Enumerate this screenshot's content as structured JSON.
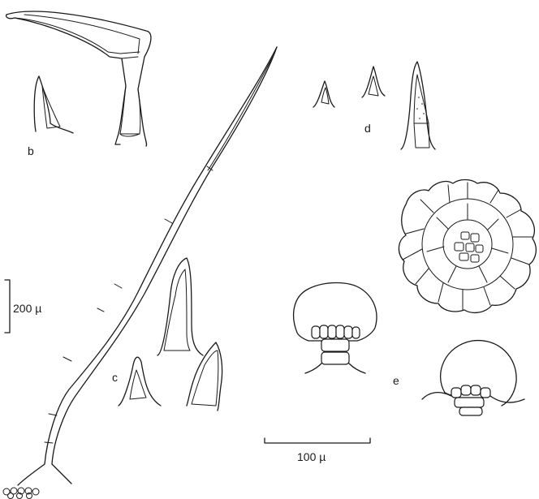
{
  "labels": {
    "b": "b",
    "c": "c",
    "d": "d",
    "e": "e"
  },
  "scales": {
    "vertical": "200 µ",
    "horizontal": "100 µ"
  }
}
